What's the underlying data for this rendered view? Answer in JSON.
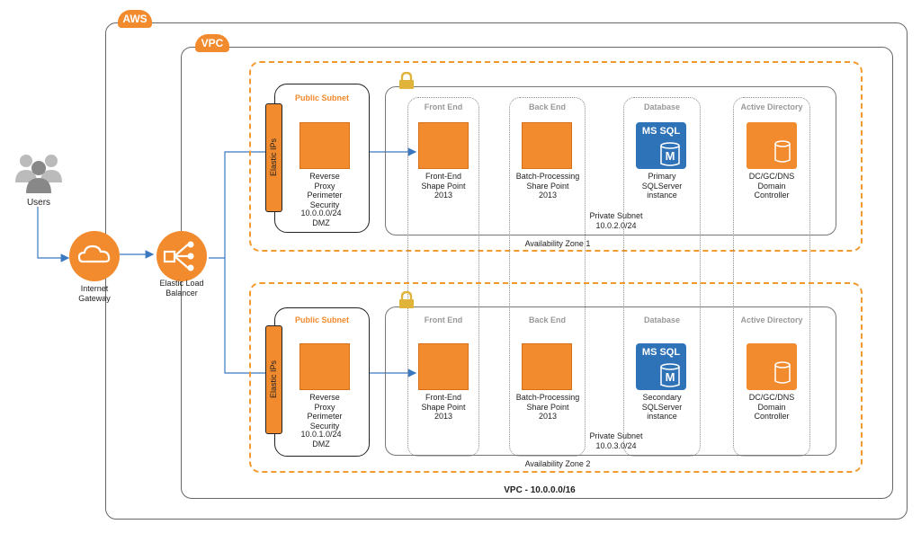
{
  "aws_label": "AWS",
  "vpc_label": "VPC",
  "vpc_cidr": "VPC - 10.0.0.0/16",
  "users_label": "Users",
  "igw_label": "Internet\nGateway",
  "elb_label": "Elastic Load\nBalancer",
  "zones": [
    {
      "az_label": "Availability Zone 1",
      "public_subnet_title": "Public Subnet",
      "elastic_ips": "Elastic IPs",
      "proxy_label": "Reverse\nProxy\nPerimeter\nSecurity",
      "dmz_label": "10.0.0.0/24\nDMZ",
      "private_subnet": "Private Subnet\n10.0.2.0/24",
      "front_end_title": "Front End",
      "front_end_label": "Front-End\nShape Point\n2013",
      "back_end_title": "Back End",
      "back_end_label": "Batch-Processing\nShare Point\n2013",
      "database_title": "Database",
      "sql_badge": "MS SQL",
      "sql_letter": "M",
      "database_label": "Primary\nSQLServer\ninstance",
      "ad_title": "Active Directory",
      "ad_label": "DC/GC/DNS\nDomain\nController"
    },
    {
      "az_label": "Availability Zone 2",
      "public_subnet_title": "Public Subnet",
      "elastic_ips": "Elastic IPs",
      "proxy_label": "Reverse\nProxy\nPerimeter\nSecurity",
      "dmz_label": "10.0.1.0/24\nDMZ",
      "private_subnet": "Private Subnet\n10.0.3.0/24",
      "front_end_title": "Front End",
      "front_end_label": "Front-End\nShape Point\n2013",
      "back_end_title": "Back End",
      "back_end_label": "Batch-Processing\nShare Point\n2013",
      "database_title": "Database",
      "sql_badge": "MS SQL",
      "sql_letter": "M",
      "database_label": "Secondary\nSQLServer\ninstance",
      "ad_title": "Active Directory",
      "ad_label": "DC/GC/DNS\nDomain\nController"
    }
  ],
  "colors": {
    "aws_orange": "#f28a2e",
    "sql_blue": "#2e73b8",
    "connector_blue": "#3a78c2"
  }
}
